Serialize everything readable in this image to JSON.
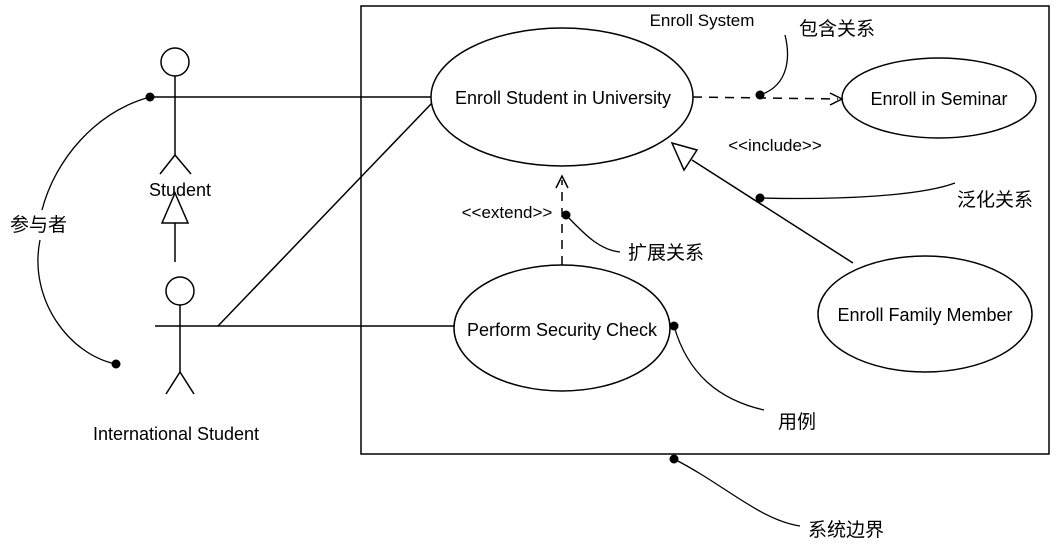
{
  "system": {
    "title": "Enroll System"
  },
  "actors": {
    "student": "Student",
    "international_student": "International Student"
  },
  "use_cases": {
    "enroll_university": "Enroll Student in University",
    "enroll_seminar": "Enroll in Seminar",
    "security_check": "Perform Security Check",
    "enroll_family": "Enroll Family Member"
  },
  "stereotypes": {
    "include": "<<include>>",
    "extend": "<<extend>>"
  },
  "annotations": {
    "actor": "参与者",
    "include_relation": "包含关系",
    "generalization_relation": "泛化关系",
    "extend_relation": "扩展关系",
    "use_case": "用例",
    "system_boundary": "系统边界"
  }
}
